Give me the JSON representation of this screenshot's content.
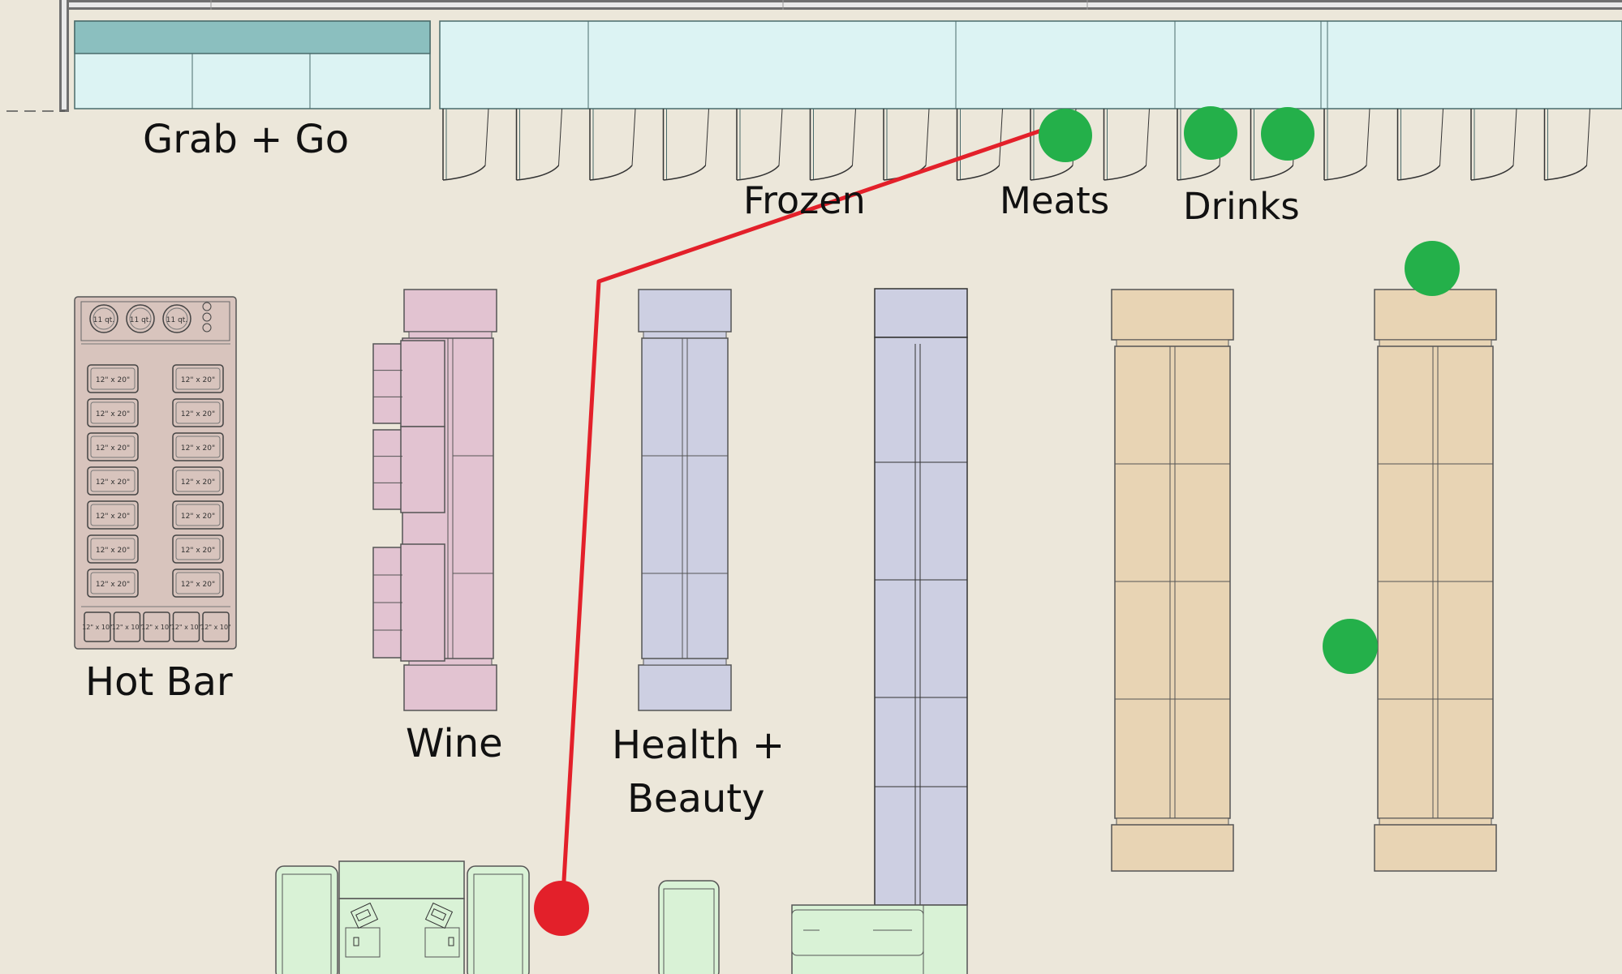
{
  "colors": {
    "background": "#ece7da",
    "wall": "#6f6f6f",
    "cooler_top": "#8bbfbf",
    "cooler": "#dcf3f3",
    "hot_bar": "#d8c4bd",
    "wine": "#e2c3d1",
    "health_beauty": "#cdcfe2",
    "tall_shelf": "#cdcfe2",
    "tan_shelf": "#e8d4b4",
    "checkout": "#d9f2d6",
    "route": "#e3202a",
    "point": "#24b04a",
    "start": "#e3202a"
  },
  "labels": {
    "grab_go": "Grab + Go",
    "frozen": "Frozen",
    "meats": "Meats",
    "drinks": "Drinks",
    "hot_bar": "Hot Bar",
    "wine": "Wine",
    "health_beauty_1": "Health +",
    "health_beauty_2": "Beauty"
  },
  "hot_bar": {
    "wells": [
      "11 qt.",
      "11 qt.",
      "11 qt."
    ],
    "pan_large": "12\" x 20\"",
    "pan_small": "12\" x 10\""
  },
  "markers": {
    "start": {
      "kind": "start",
      "color_key": "start"
    },
    "points": [
      "meats",
      "drinks-1",
      "drinks-2",
      "aisle-end",
      "aisle-side"
    ]
  }
}
